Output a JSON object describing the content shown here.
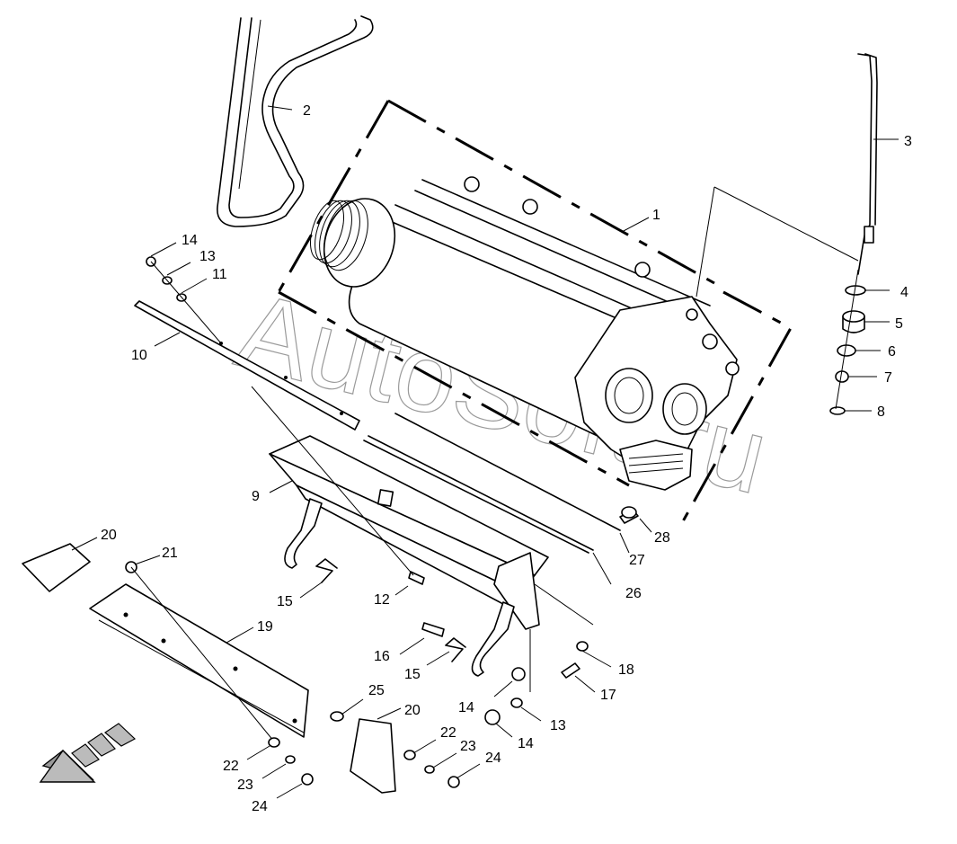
{
  "watermark": "AutoSoft.ru",
  "labels": {
    "l1": "1",
    "l2": "2",
    "l3": "3",
    "l4": "4",
    "l5": "5",
    "l6": "6",
    "l7": "7",
    "l8": "8",
    "l9": "9",
    "l10": "10",
    "l11": "11",
    "l12": "12",
    "l13a": "13",
    "l13b": "13",
    "l14a": "14",
    "l14b": "14",
    "l14c": "14",
    "l15a": "15",
    "l15b": "15",
    "l16": "16",
    "l17": "17",
    "l18": "18",
    "l19": "19",
    "l20a": "20",
    "l20b": "20",
    "l21": "21",
    "l22a": "22",
    "l22b": "22",
    "l23a": "23",
    "l23b": "23",
    "l24a": "24",
    "l24b": "24",
    "l25": "25",
    "l26": "26",
    "l27": "27",
    "l28": "28"
  }
}
